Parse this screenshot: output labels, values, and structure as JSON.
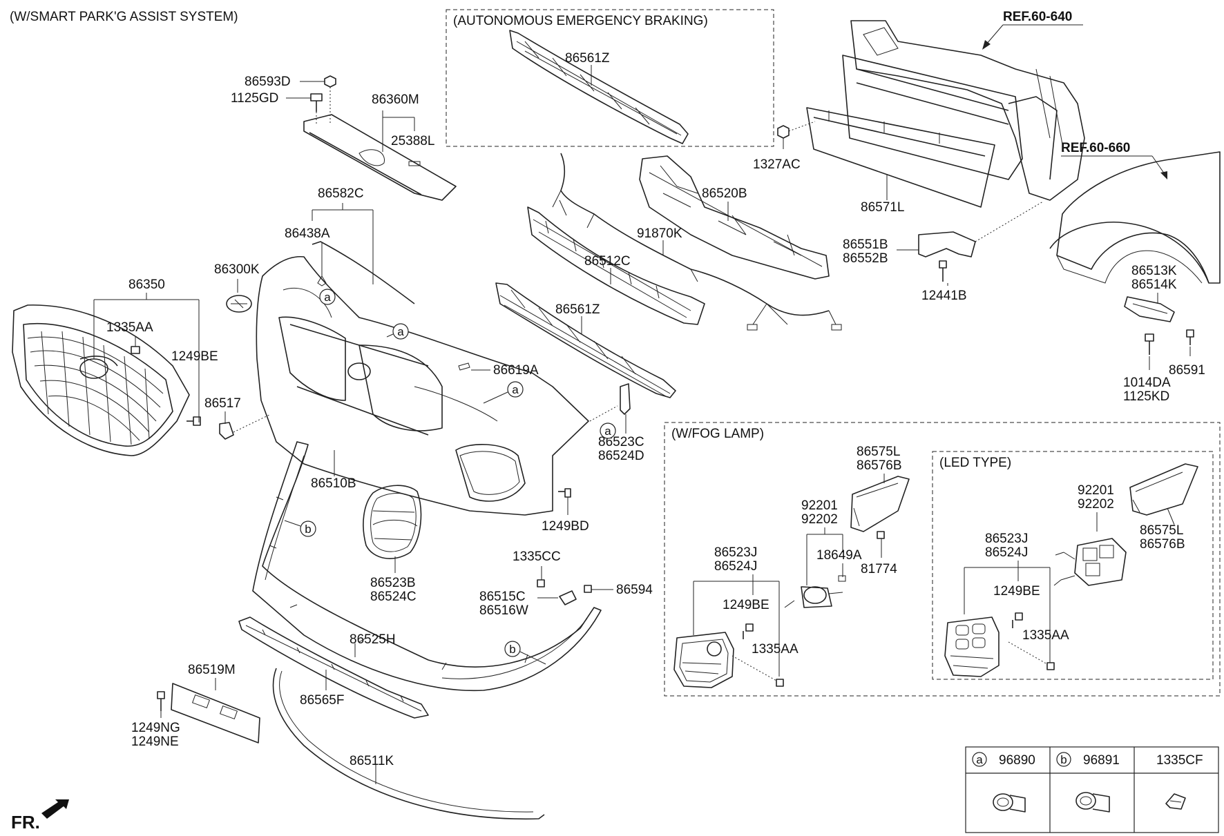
{
  "headers": {
    "smart_park": "(W/SMART PARK'G ASSIST SYSTEM)",
    "aeb": "(AUTONOMOUS EMERGENCY BRAKING)",
    "fog_lamp": "(W/FOG LAMP)",
    "led_type": "(LED TYPE)"
  },
  "refs": {
    "ref_640": "REF.60-640",
    "ref_660": "REF.60-660"
  },
  "front_marker": "FR.",
  "labels": {
    "p86593D": "86593D",
    "p1125GD": "1125GD",
    "p86360M": "86360M",
    "p25388L": "25388L",
    "p86561Z_top": "86561Z",
    "p1327AC": "1327AC",
    "p86571L": "86571L",
    "p86582C": "86582C",
    "p86438A": "86438A",
    "p86300K": "86300K",
    "p86350": "86350",
    "p1335AA_left": "1335AA",
    "p1249BE_left": "1249BE",
    "p86517": "86517",
    "p86520B": "86520B",
    "p91870K": "91870K",
    "p86512C": "86512C",
    "p86561Z_mid": "86561Z",
    "p86619A": "86619A",
    "p86551B": "86551B",
    "p86552B": "86552B",
    "p12441B": "12441B",
    "p86513K": "86513K",
    "p86514K": "86514K",
    "p86591": "86591",
    "p1014DA": "1014DA",
    "p1125KD": "1125KD",
    "p86523C": "86523C",
    "p86524D": "86524D",
    "p86510B": "86510B",
    "p1249BD": "1249BD",
    "p86523B": "86523B",
    "p86524C": "86524C",
    "p1335CC": "1335CC",
    "p86515C": "86515C",
    "p86516W": "86516W",
    "p86594": "86594",
    "p86525H": "86525H",
    "p86519M": "86519M",
    "p1249NG": "1249NG",
    "p1249NE": "1249NE",
    "p86565F": "86565F",
    "p86511K": "86511K",
    "fog_86575L": "86575L",
    "fog_86576B": "86576B",
    "fog_92201": "92201",
    "fog_92202": "92202",
    "fog_18649A": "18649A",
    "fog_81774": "81774",
    "fog_86523J": "86523J",
    "fog_86524J": "86524J",
    "fog_1249BE": "1249BE",
    "fog_1335AA": "1335AA",
    "led_92201": "92201",
    "led_92202": "92202",
    "led_86575L": "86575L",
    "led_86576B": "86576B",
    "led_86523J": "86523J",
    "led_86524J": "86524J",
    "led_1249BE": "1249BE",
    "led_1335AA": "1335AA"
  },
  "callouts": {
    "a": "a",
    "b": "b"
  },
  "legend": {
    "cells": [
      {
        "letter": "a",
        "part": "96890"
      },
      {
        "letter": "b",
        "part": "96891"
      },
      {
        "letter": "",
        "part": "1335CF"
      }
    ]
  }
}
